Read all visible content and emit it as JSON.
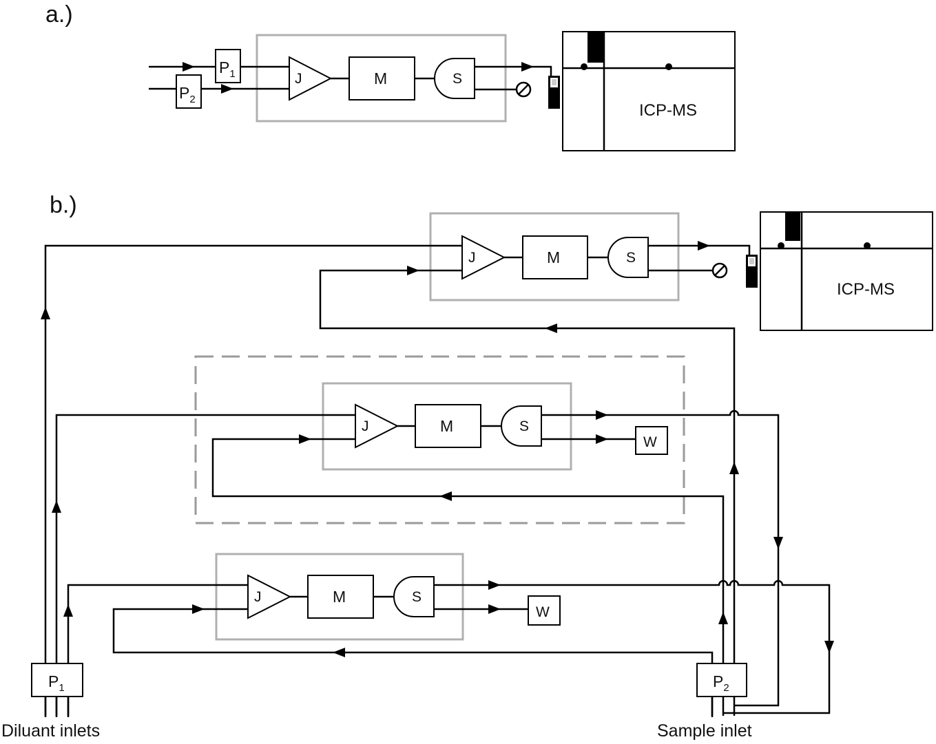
{
  "panels": {
    "a": "a.)",
    "b": "b.)"
  },
  "labels": {
    "junction": "J",
    "mixer": "M",
    "splitter": "S",
    "waste": "W",
    "pump": "P",
    "pump1_sub": "1",
    "pump2_sub": "2",
    "instrument": "ICP-MS",
    "diluant_inlets": "Diluant inlets",
    "sample_inlet": "Sample inlet"
  }
}
